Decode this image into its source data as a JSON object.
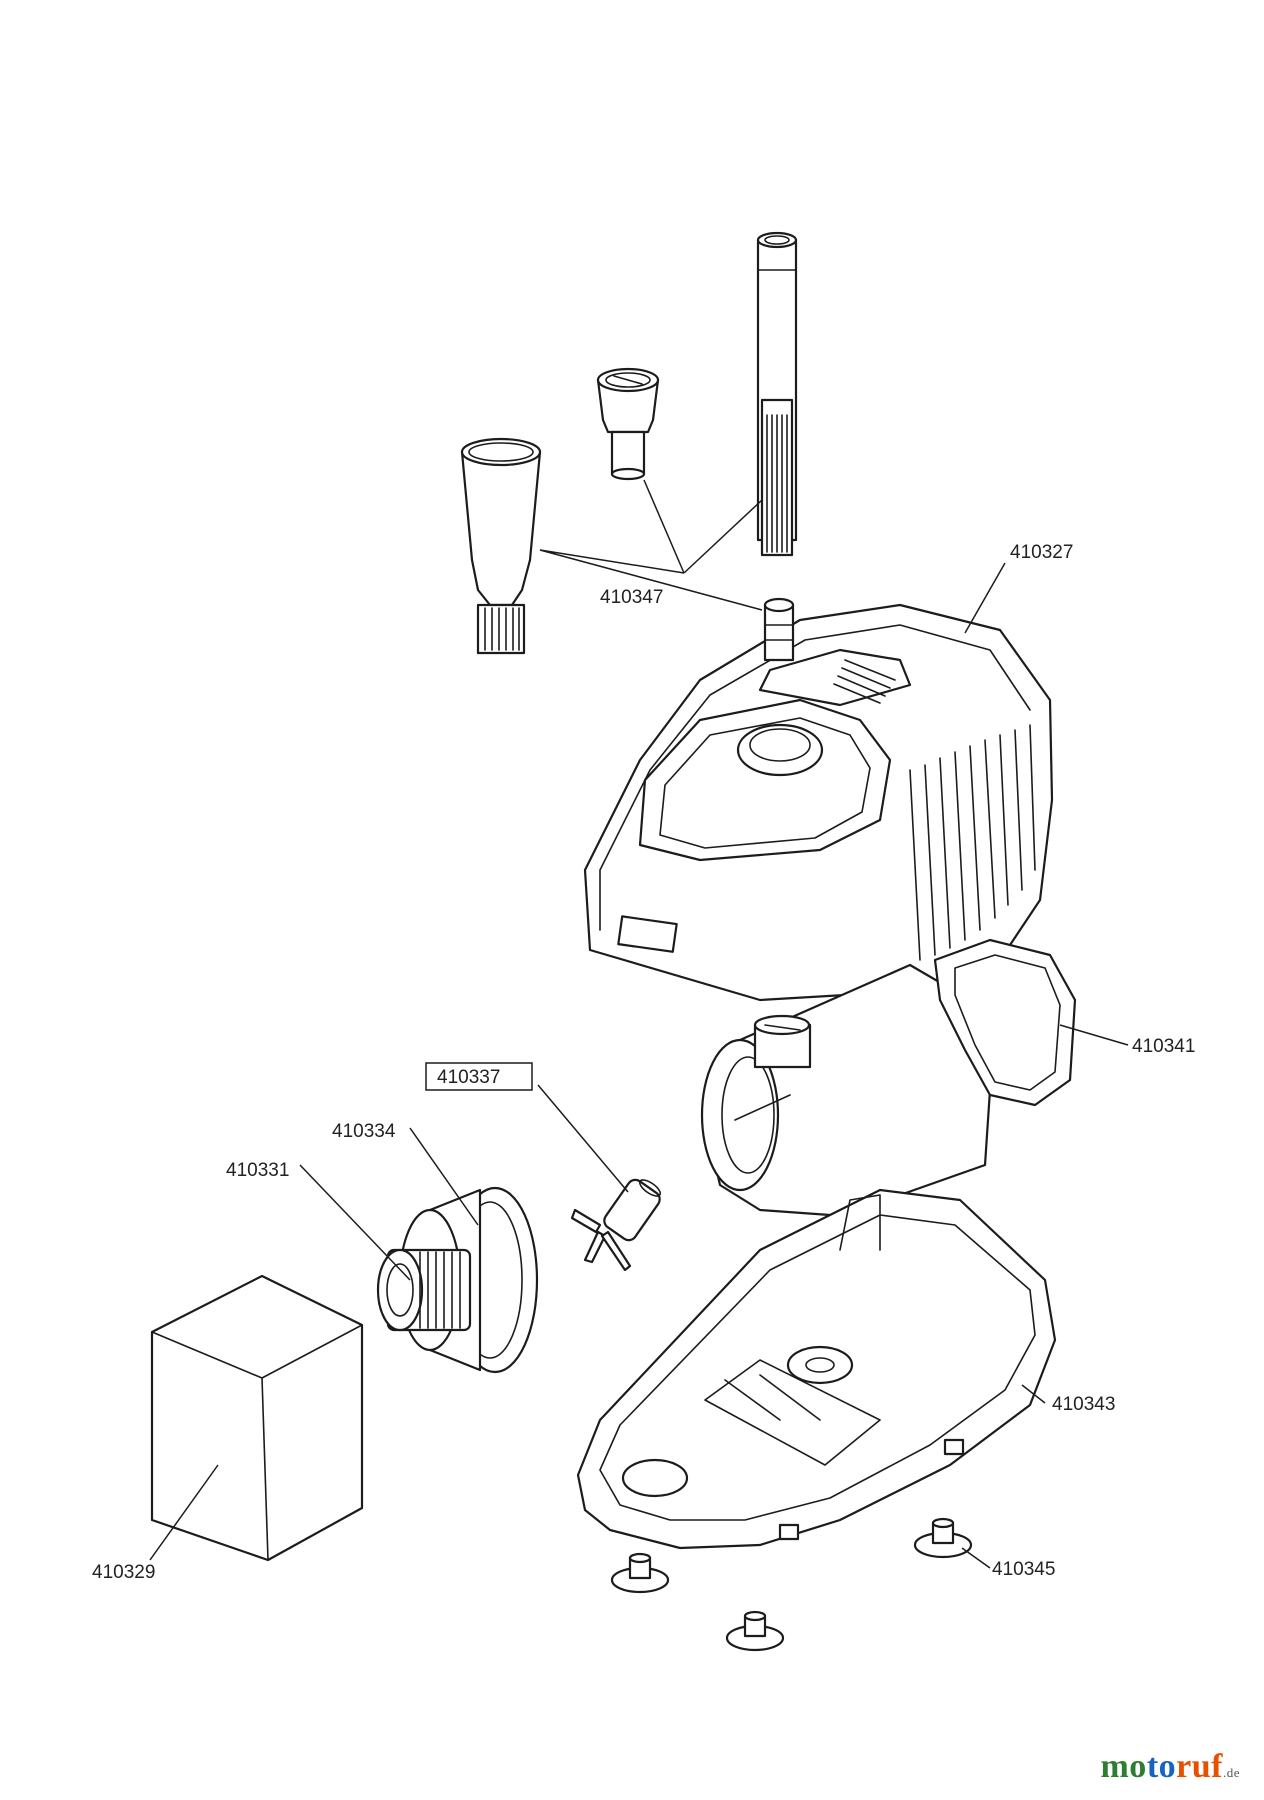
{
  "labels": {
    "p410327": "410327",
    "p410347": "410347",
    "p410341": "410341",
    "p410337": "410337",
    "p410334": "410334",
    "p410331": "410331",
    "p410343": "410343",
    "p410329": "410329",
    "p410345": "410345"
  },
  "watermark": {
    "part1": "mo",
    "part2": "to",
    "part3": "ruf",
    "tld": ".de"
  }
}
